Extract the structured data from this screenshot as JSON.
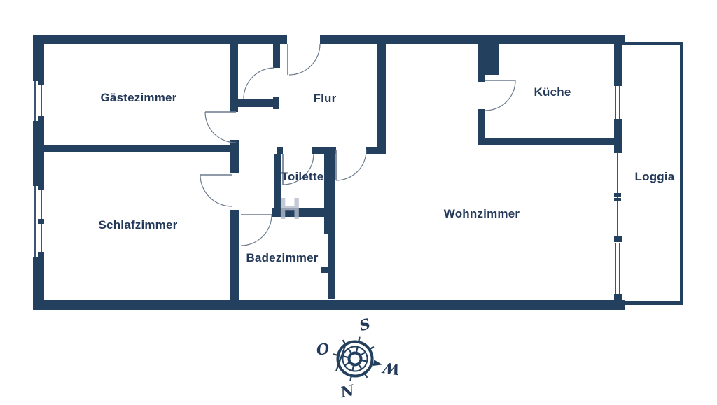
{
  "floor_plan": {
    "rooms": [
      {
        "id": "gaestezimmer",
        "label": "Gästezimmer"
      },
      {
        "id": "flur",
        "label": "Flur"
      },
      {
        "id": "kueche",
        "label": "Küche"
      },
      {
        "id": "loggia",
        "label": "Loggia"
      },
      {
        "id": "schlafzimmer",
        "label": "Schlafzimmer"
      },
      {
        "id": "toilette",
        "label": "Toilette"
      },
      {
        "id": "wohnzimmer",
        "label": "Wohnzimmer"
      },
      {
        "id": "badezimmer",
        "label": "Badezimmer"
      }
    ],
    "compass": {
      "top": "S",
      "left": "O",
      "right": "W",
      "bottom": "N"
    },
    "watermark": "H"
  },
  "colors": {
    "wall": "#23405e",
    "door": "#6b7a8d",
    "winline": "#3f5472",
    "text": "#24395a",
    "bg": "#ffffff"
  }
}
